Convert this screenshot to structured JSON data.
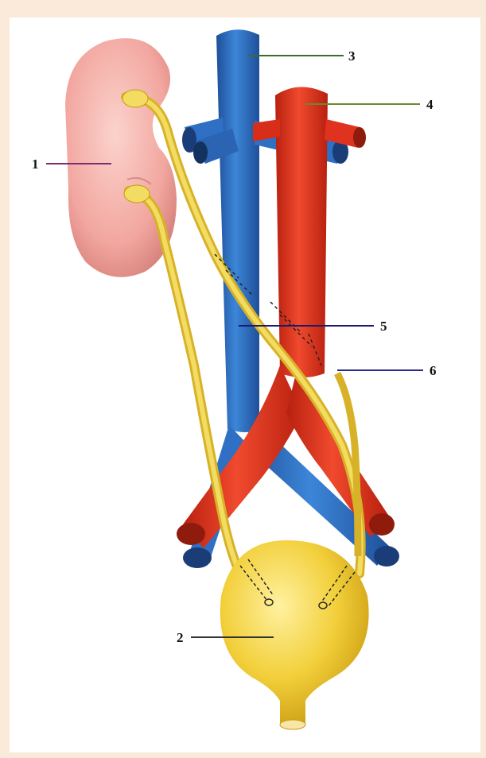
{
  "figure": {
    "labels": [
      {
        "id": "l1",
        "text": "1"
      },
      {
        "id": "l2",
        "text": "2"
      },
      {
        "id": "l3",
        "text": "3"
      },
      {
        "id": "l4",
        "text": "4"
      },
      {
        "id": "l5",
        "text": "5"
      },
      {
        "id": "l6",
        "text": "6"
      }
    ]
  },
  "colors": {
    "background": "#fbe9da",
    "panel": "#ffffff",
    "kidney": "#f2a7a0",
    "vein": "#2f6fc4",
    "artery": "#e0331f",
    "ureter": "#f0d24a",
    "bladder": "#f2cf3a",
    "leader_1": "#7a2c6e",
    "leader_3": "#3d6b2b",
    "leader_4": "#6b8a2a",
    "leader_5": "#1b1b6e",
    "leader_6": "#2b2b8a"
  }
}
